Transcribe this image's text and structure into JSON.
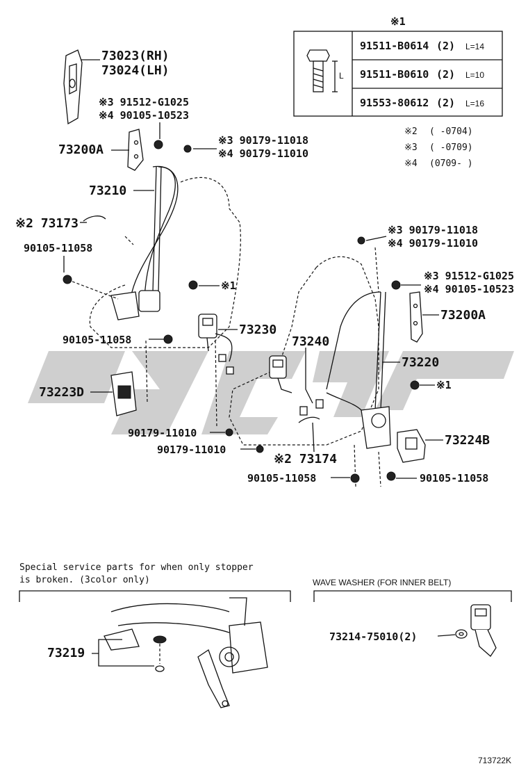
{
  "table": {
    "header": "※1",
    "rows": [
      {
        "pn": "91511-B0614",
        "qty": "(2)",
        "len": "L=14"
      },
      {
        "pn": "91511-B0610",
        "qty": "(2)",
        "len": "L=10"
      },
      {
        "pn": "91553-80612",
        "qty": "(2)",
        "len": "L=16"
      }
    ],
    "dim_label": "L"
  },
  "notes": [
    {
      "mark": "※2",
      "text": "(      -0704)"
    },
    {
      "mark": "※3",
      "text": "(      -0709)"
    },
    {
      "mark": "※4",
      "text": "(0709-      )"
    }
  ],
  "labels": {
    "p73023": "73023(RH)",
    "p73024": "73024(LH)",
    "n3_91512_top": "※3 91512-G1025",
    "n4_90105_top": "※4 90105-10523",
    "p73200a_left": "73200A",
    "n3_90179_top": "※3 90179-11018",
    "n4_90179_top": "※4 90179-11010",
    "p73210": "73210",
    "p73173": "※2 73173",
    "p90105_11058_a": "90105-11058",
    "mark1_left": "※1",
    "p73230": "73230",
    "p90105_11058_b": "90105-11058",
    "p73223d": "73223D",
    "p90179_11010_a": "90179-11010",
    "p90179_11010_b": "90179-11010",
    "n3_90179_right": "※3 90179-11018",
    "n4_90179_right": "※4 90179-11010",
    "n3_91512_right": "※3 91512-G1025",
    "n4_90105_right": "※4 90105-10523",
    "p73200a_right": "73200A",
    "p73240": "73240",
    "p73220": "73220",
    "mark1_right": "※1",
    "p73224b": "73224B",
    "p73174": "※2 73174",
    "p90105_11058_c": "90105-11058",
    "p90105_11058_d": "90105-11058"
  },
  "special": {
    "line1": "Special service parts for when only stopper",
    "line2": " is broken. (3color only)",
    "part": "73219"
  },
  "wave": {
    "title": "WAVE WASHER (FOR INNER BELT)",
    "part": "73214-75010(2)"
  },
  "figure_id": "713722K"
}
